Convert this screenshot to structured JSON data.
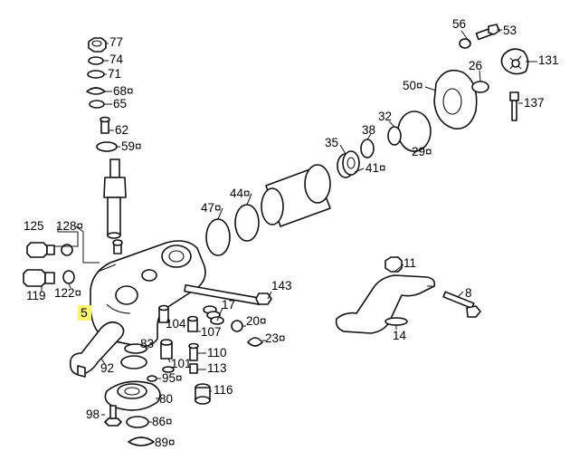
{
  "diagram": {
    "highlight_color": "#fbf56b",
    "ink_color": "#111111",
    "highlighted_part": "5",
    "part_labels": {
      "p77": "77",
      "p74": "74",
      "p71": "71",
      "p68": "68¤",
      "p65": "65",
      "p62": "62",
      "p59": "59¤",
      "p56": "56",
      "p53": "53",
      "p131": "131",
      "p26": "26",
      "p50": "50¤",
      "p137": "137",
      "p32": "32",
      "p38": "38",
      "p35": "35",
      "p41": "41¤",
      "p29": "29¤",
      "p44": "44¤",
      "p47": "47¤",
      "p125": "125",
      "p128": "128¤",
      "p119": "119",
      "p122": "122¤",
      "p143": "143",
      "p11": "11",
      "p8": "8",
      "p17": "17",
      "p20": "20¤",
      "p23": "23¤",
      "p14": "14",
      "p104": "104",
      "p107": "107",
      "p83": "83",
      "p110": "110",
      "p92": "92",
      "p101": "101",
      "p113": "113",
      "p95": "95¤",
      "p80": "80",
      "p116": "116",
      "p98": "98",
      "p86": "86¤",
      "p89": "89¤"
    }
  }
}
